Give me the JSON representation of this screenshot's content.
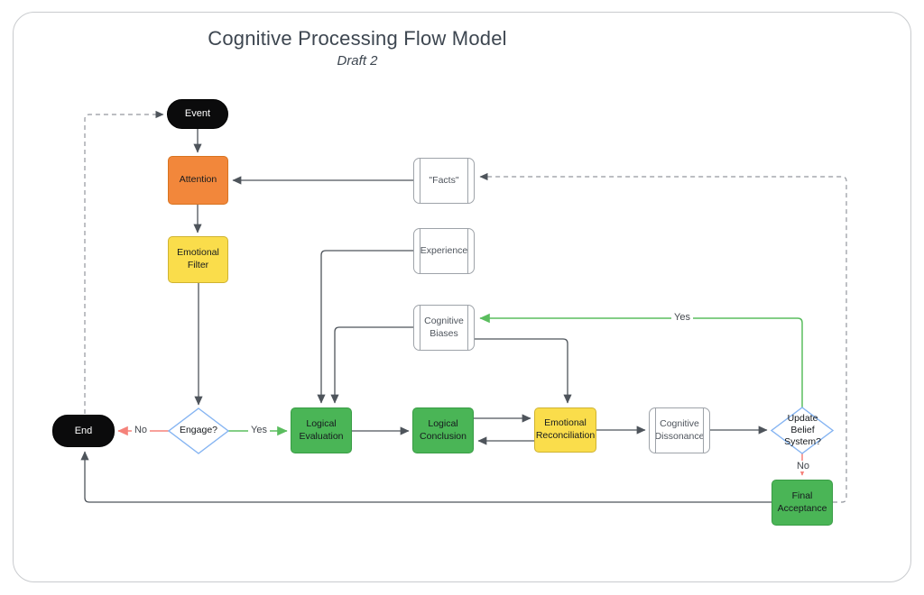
{
  "header": {
    "title": "Cognitive Processing Flow Model",
    "subtitle": "Draft 2"
  },
  "nodes": {
    "event": {
      "label": "Event",
      "shape": "terminator"
    },
    "attention": {
      "label": "Attention",
      "shape": "process"
    },
    "emotional_filter": {
      "label": "Emotional Filter",
      "shape": "process"
    },
    "engage": {
      "label": "Engage?",
      "shape": "decision"
    },
    "end": {
      "label": "End",
      "shape": "terminator"
    },
    "logical_evaluation": {
      "label": "Logical Evaluation",
      "shape": "process"
    },
    "logical_conclusion": {
      "label": "Logical Conclusion",
      "shape": "process"
    },
    "emotional_reconciliation": {
      "label": "Emotional Reconciliation",
      "shape": "process"
    },
    "cognitive_dissonance": {
      "label": "Cognitive Dissonance",
      "shape": "predefined-process"
    },
    "update_belief_system": {
      "label": "Update Belief System?",
      "shape": "decision"
    },
    "final_acceptance": {
      "label": "Final Acceptance",
      "shape": "process"
    },
    "facts": {
      "label": "\"Facts\"",
      "shape": "predefined-process"
    },
    "experience": {
      "label": "Experience",
      "shape": "predefined-process"
    },
    "cognitive_biases": {
      "label": "Cognitive Biases",
      "shape": "predefined-process"
    }
  },
  "edge_labels": {
    "engage_no": "No",
    "engage_yes": "Yes",
    "update_yes": "Yes",
    "update_no": "No"
  },
  "colors": {
    "orange": "#F2873B",
    "orange_border": "#D8731F",
    "yellow": "#FADD4B",
    "yellow_border": "#CFB331",
    "green": "#4AB556",
    "green_border": "#399C45",
    "node_black": "#0B0B0C",
    "diamond_border": "#85B4F2",
    "line": "#4E545B",
    "line_red": "#F5827A",
    "line_green": "#5ABD5E",
    "dashed": "#93979E",
    "frame_border": "#C9CBCE",
    "title_text": "#3D4650",
    "process_border": "#9EA3A9",
    "process_text": "#4E545C",
    "label_text": "#43474D"
  }
}
